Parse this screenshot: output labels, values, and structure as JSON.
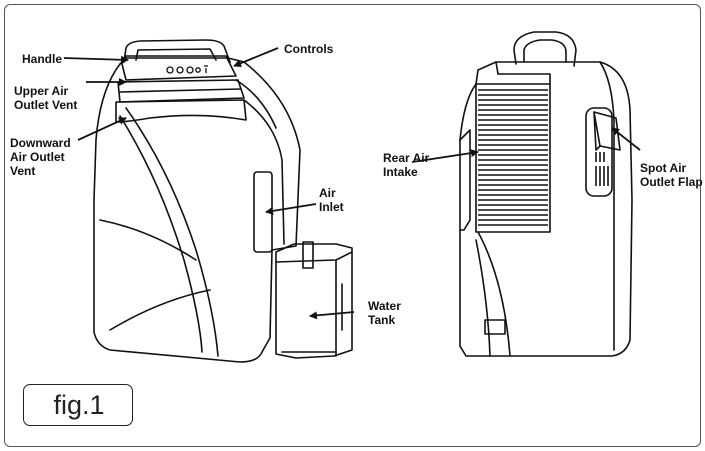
{
  "figure": {
    "caption": "fig.1",
    "labels": {
      "handle": "Handle",
      "controls": "Controls",
      "upper_air_outlet_vent": "Upper Air\nOutlet Vent",
      "downward_air_outlet_vent": "Downward\nAir Outlet\nVent",
      "air_inlet": "Air\nInlet",
      "water_tank": "Water\nTank",
      "rear_air_intake": "Rear Air\nIntake",
      "spot_air_outlet_flap": "Spot Air\nOutlet Flap"
    }
  },
  "colors": {
    "line": "#111111",
    "frame": "#555555",
    "background": "#ffffff"
  }
}
